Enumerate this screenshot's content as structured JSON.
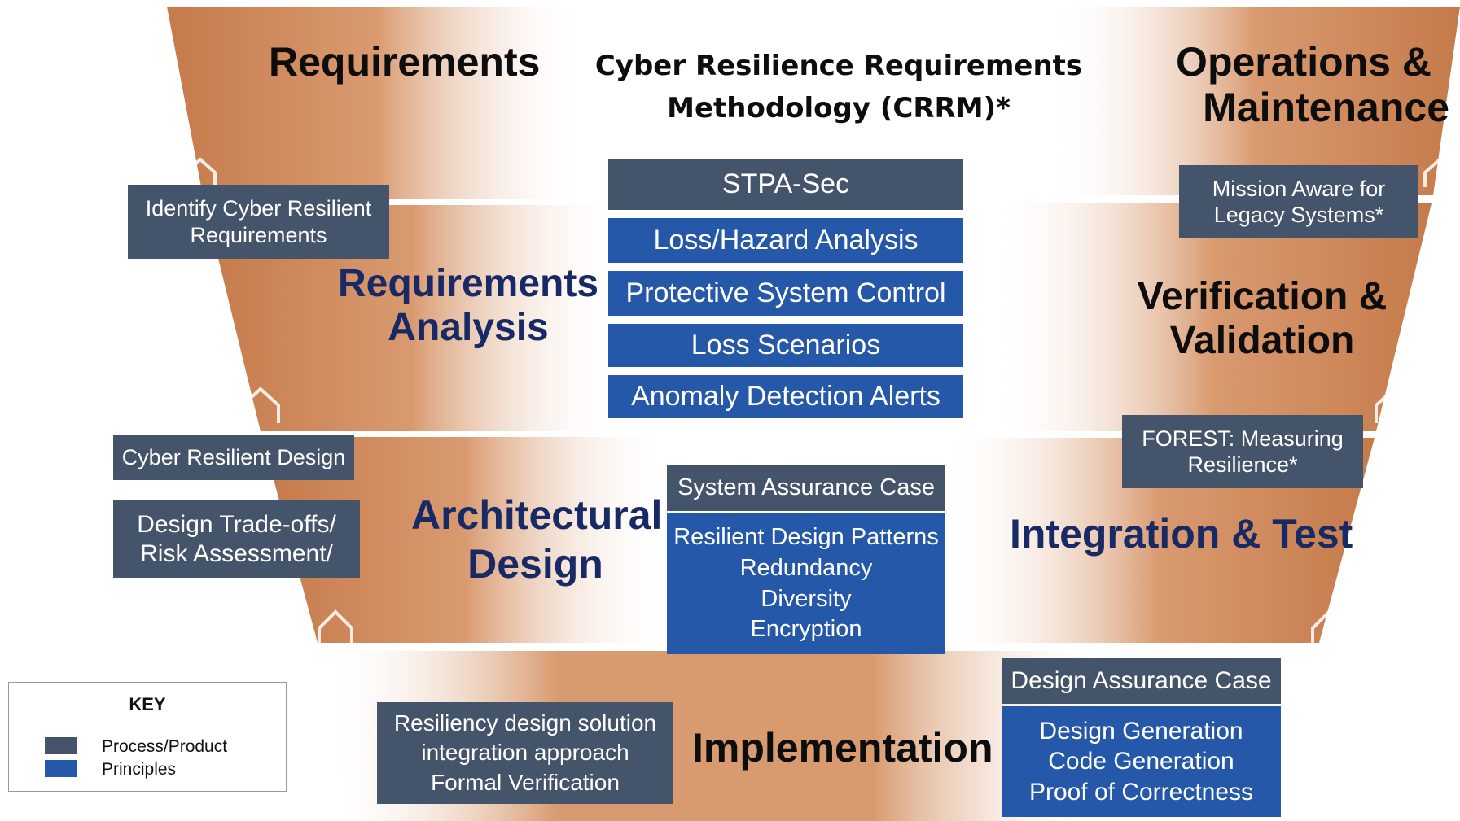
{
  "title": [
    "Cyber Resilience Requirements",
    "Methodology (CRRM)*"
  ],
  "phases": {
    "requirements": [
      "Requirements"
    ],
    "requirements_analysis": [
      "Requirements",
      "Analysis"
    ],
    "architectural_design": [
      "Architectural",
      "Design"
    ],
    "implementation": [
      "Implementation"
    ],
    "integration_test": [
      "Integration & Test"
    ],
    "verification_validation": [
      "Verification &",
      "Validation"
    ],
    "operations_maintenance": [
      "Operations &",
      "Maintenance"
    ]
  },
  "boxes": {
    "identify_requirements": {
      "type": "process",
      "lines": [
        "Identify Cyber Resilient",
        "Requirements"
      ]
    },
    "stpa_sec": {
      "type": "process",
      "lines": [
        "STPA-Sec"
      ]
    },
    "loss_hazard": {
      "type": "principle",
      "lines": [
        "Loss/Hazard Analysis"
      ]
    },
    "protective_control": {
      "type": "principle",
      "lines": [
        "Protective System Control"
      ]
    },
    "loss_scenarios": {
      "type": "principle",
      "lines": [
        "Loss Scenarios"
      ]
    },
    "anomaly_alerts": {
      "type": "principle",
      "lines": [
        "Anomaly Detection Alerts"
      ]
    },
    "cyber_resilient_design": {
      "type": "process",
      "lines": [
        "Cyber Resilient Design"
      ]
    },
    "design_tradeoffs": {
      "type": "process",
      "lines": [
        "Design Trade-offs/",
        "Risk Assessment/"
      ]
    },
    "system_assurance_case": {
      "type": "process",
      "lines": [
        "System Assurance Case"
      ]
    },
    "resilient_patterns": {
      "type": "principle",
      "lines": [
        "Resilient Design Patterns",
        "Redundancy",
        "Diversity",
        "Encryption"
      ]
    },
    "resiliency_solution": {
      "type": "process",
      "lines": [
        "Resiliency design solution",
        "integration approach",
        "Formal Verification"
      ]
    },
    "design_assurance_case": {
      "type": "process",
      "lines": [
        "Design Assurance Case"
      ]
    },
    "design_generation": {
      "type": "principle",
      "lines": [
        "Design Generation",
        "Code Generation",
        "Proof of Correctness"
      ]
    },
    "mission_aware": {
      "type": "process",
      "lines": [
        "Mission Aware for",
        "Legacy Systems*"
      ]
    },
    "forest": {
      "type": "process",
      "lines": [
        "FOREST: Measuring",
        "Resilience*"
      ]
    }
  },
  "key": {
    "title": "KEY",
    "process_label": "Process/Product",
    "principles_label": "Principles"
  },
  "colors": {
    "process": "#44546a",
    "principle": "#2558a8",
    "band": "#cf8a5c",
    "navy_text": "#182a66"
  }
}
